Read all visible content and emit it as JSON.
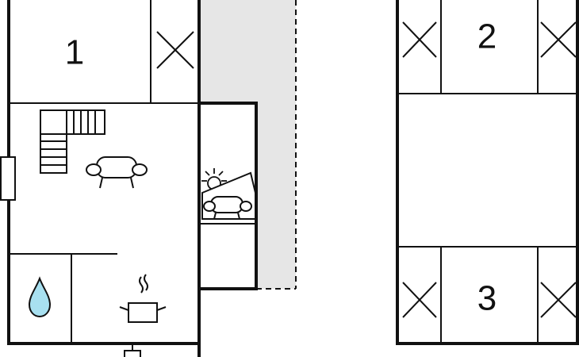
{
  "rooms": [
    {
      "label": "1"
    },
    {
      "label": "2"
    },
    {
      "label": "3"
    }
  ],
  "colors": {
    "wall": "#111111",
    "terrace": "#e6e6e6",
    "water": "#a8e0f0",
    "background": "#ffffff"
  },
  "icons": [
    "staircase-icon",
    "sofa-icon",
    "sun-icon",
    "sofa-icon",
    "water-drop-icon",
    "cooking-pot-icon",
    "bed-cross-icon"
  ]
}
